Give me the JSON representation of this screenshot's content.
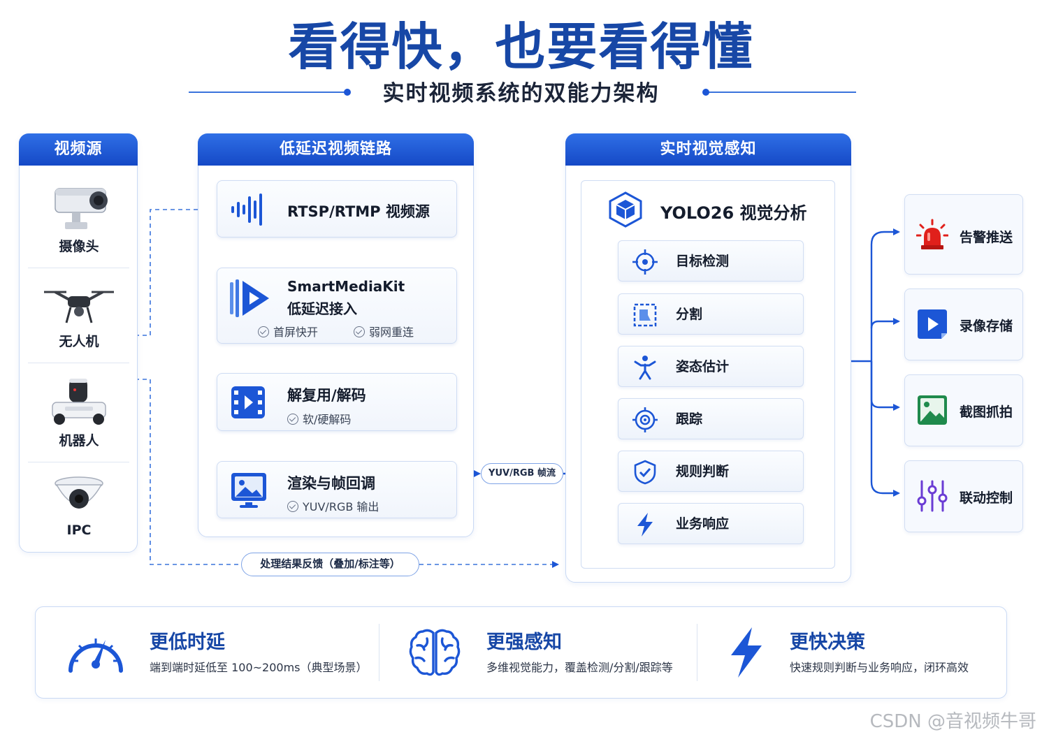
{
  "title": "看得快，也要看得懂",
  "subtitle": "实时视频系统的双能力架构",
  "sources": {
    "header": "视频源",
    "items": [
      {
        "label": "摄像头",
        "icon": "security-camera-icon"
      },
      {
        "label": "无人机",
        "icon": "drone-icon"
      },
      {
        "label": "机器人",
        "icon": "robot-icon"
      },
      {
        "label": "IPC",
        "icon": "dome-camera-icon"
      }
    ]
  },
  "pipeline": {
    "header": "低延迟视频链路",
    "stages": [
      {
        "title": "RTSP/RTMP 视频源",
        "icon": "audio-wave-icon"
      },
      {
        "title": "SmartMediaKit",
        "title2": "低延迟接入",
        "features": [
          "首屏快开",
          "弱网重连"
        ],
        "icon": "play-logo-icon"
      },
      {
        "title": "解复用/解码",
        "features": [
          "软/硬解码"
        ],
        "icon": "film-strip-icon"
      },
      {
        "title": "渲染与帧回调",
        "features": [
          "YUV/RGB 输出"
        ],
        "icon": "image-monitor-icon"
      }
    ]
  },
  "connector_label": "YUV/RGB 帧流",
  "feedback_label": "处理结果反馈（叠加/标注等）",
  "perception": {
    "header": "实时视觉感知",
    "analysis_title": "YOLO26 视觉分析",
    "analysis_icon": "hexagon-cube-icon",
    "tasks": [
      {
        "label": "目标检测",
        "icon": "crosshair-icon"
      },
      {
        "label": "分割",
        "icon": "segment-icon"
      },
      {
        "label": "姿态估计",
        "icon": "person-pose-icon"
      },
      {
        "label": "跟踪",
        "icon": "target-track-icon"
      },
      {
        "label": "规则判断",
        "icon": "shield-check-icon"
      },
      {
        "label": "业务响应",
        "icon": "lightning-icon"
      }
    ]
  },
  "outputs": [
    {
      "label": "告警推送",
      "icon": "siren-icon"
    },
    {
      "label": "录像存储",
      "icon": "video-play-icon"
    },
    {
      "label": "截图抓拍",
      "icon": "image-icon"
    },
    {
      "label": "联动控制",
      "icon": "sliders-icon"
    }
  ],
  "features": [
    {
      "title": "更低时延",
      "desc": "端到端时延低至 100~200ms（典型场景）",
      "icon": "speedometer-icon"
    },
    {
      "title": "更强感知",
      "desc": "多维视觉能力，覆盖检测/分割/跟踪等",
      "icon": "brain-icon"
    },
    {
      "title": "更快决策",
      "desc": "快速规则判断与业务响应，闭环高效",
      "icon": "lightning-icon"
    }
  ],
  "watermark": "CSDN @音视频牛哥",
  "colors": {
    "primary": "#1747a6",
    "accent": "#2f6fe6",
    "line": "#1c56d6",
    "alert": "#e0201b",
    "green": "#1f8a4c",
    "purple": "#6a3cd4"
  }
}
